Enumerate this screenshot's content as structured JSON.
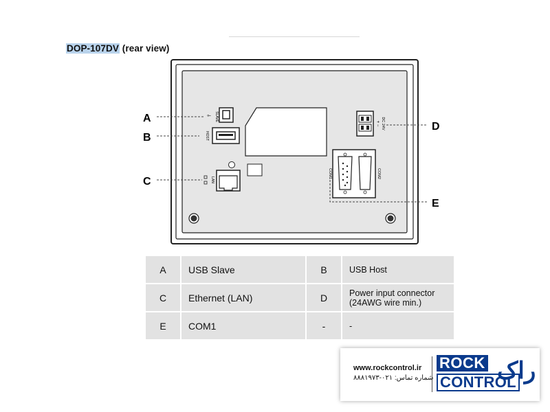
{
  "title": {
    "model": "DOP-107DV",
    "suffix": " (rear view)"
  },
  "callouts": {
    "A": "A",
    "B": "B",
    "C": "C",
    "D": "D",
    "E": "E"
  },
  "port_labels": {
    "slave": "SLAVE",
    "host": "HOST",
    "lan": "LAN",
    "com1": "COM1",
    "com2": "COM2",
    "dc": "DC 24V",
    "plus_minus": "+ −"
  },
  "spec_table": [
    {
      "k1": "A",
      "v1": "USB Slave",
      "k2": "B",
      "v2": "USB Host"
    },
    {
      "k1": "C",
      "v1": "Ethernet (LAN)",
      "k2": "D",
      "v2": "Power input connector (24AWG wire min.)"
    },
    {
      "k1": "E",
      "v1": "COM1",
      "k2": "-",
      "v2": "-"
    }
  ],
  "logo": {
    "url": "www.rockcontrol.ir",
    "phone": "شماره تماس: ۰۲۱-۸۸۸۱۹۷۳",
    "rock": "ROCK",
    "control": "CONTROL",
    "fa": "راک"
  },
  "colors": {
    "highlight": "#b9d3ec",
    "table_bg": "#e2e2e2",
    "brand": "#0a3a8c"
  }
}
